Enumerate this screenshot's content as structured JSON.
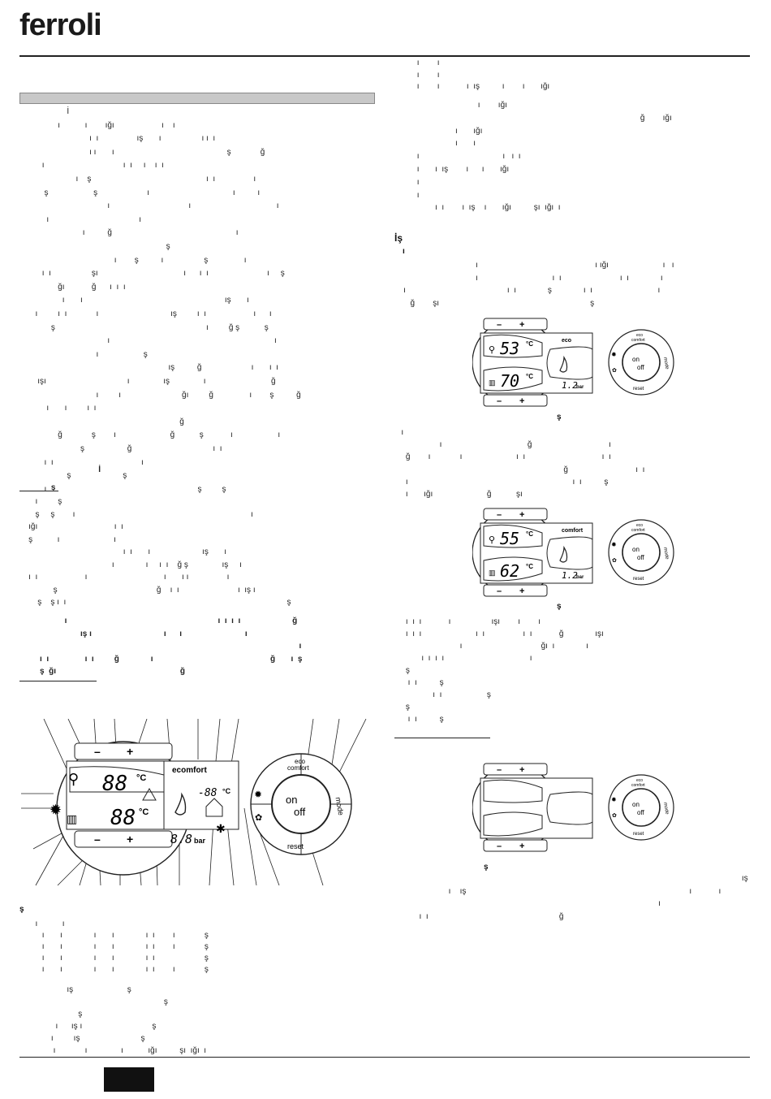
{
  "brand": {
    "logo_text": "ferroli"
  },
  "left_column": {
    "lines": [
      "                     İ",
      "                 ı           ı        ığı                     ı    ı",
      "                               ı  ı                 ış       ı                  ı ı  ı",
      "                               ı ı       ı                                                  ş             ğ",
      "          ı                                   ı  ı     ı    ı  ı                                              ",
      "                         ı    ş                                                   ı  ı                 ı",
      "           ş                    ş                      ı                                     ı          ı",
      "                                       ı                                   ı                                      ı",
      "            ı                                        ı",
      "                            ı          ğ                                                       ı",
      "                                                                 ş",
      "                                          ı        ş          ı                  ş                ı",
      "          ı  ı                  şı                                      ı      ı  ı                          ı     ş",
      "                 ğı            ğ      ı  ı  ı",
      "                   ı       ı                                                               ış       ı",
      "       ı         ı  ı             ı                                ış         ı  ı                     ı      ı",
      "              ş                                                                   ı         ğ ş           ş",
      "                                       ı                                                                         ı",
      "                                  ı                    ş",
      "                                                                  ış          ğ                      ı       ı  ı",
      "        ışı                                    ı               ış               ı                             ğ",
      "                                  ı         ı                           ğı         ğ                ı        ş          ğ",
      "            ı       ı         ı  ı",
      "                                                                       ğ",
      "                 ğ             ş        ı                        ğ           ş            ı                    ı",
      "                           ş                   ğ                                    ı  ı",
      "           ı  ı                                       ı",
      "                     ş                       ş",
      "           ı                                                                   ş         ş"
    ],
    "sec2_heading": "                                   İ",
    "sec2_sub": "              ş",
    "sec2_lines": [
      "       ı         ş",
      "       ş     ş        ı                                                                              ı",
      "    ığı                                  ı  ı",
      "    ş           ı                        ı",
      "                                              ı  ı       ı                       ış       ı",
      "                                         ı              ı     ı  ı    ğ ş               ış     ı",
      "    ı  ı                     ı                                  ı       ı ı                 ı",
      "               ş                                            ğ    ı  ı                          ı  ış ı",
      "        ş    ş ı  ı                                                                                                  ş"
    ],
    "sec2_bold_lines": [
      "                    ı                                                                   ı  ı  ı  ı                       ğ",
      "                           ış ı                                ı      ı                            ı",
      "                                                                                                                            ı",
      "         ı  ı                ı  ı         ğ              ı                                                    ğ       ı  ş",
      "         ş  ğı                                                       ğ"
    ],
    "fig1_caption": "                          ş",
    "fig1_list": [
      "       ı           ı",
      "          ı       ı              ı       ı              ı  ı        ı             ş",
      "          ı       ı              ı       ı              ı  ı        ı             ş",
      "          ı       ı              ı       ı              ı  ı                      ş",
      "          ı       ı              ı       ı              ı  ı        ı             ş"
    ],
    "fig1_list2": [
      "                     ış                        ş",
      "                                                                ş",
      "                          ş",
      "                ı      ış ı                               ş",
      "              ı         ış                           ş",
      "               ı             ı               ı           ığı          şı  ığı  ı"
    ]
  },
  "right_column": {
    "lines_top": [
      "          ı        ı",
      "          ı        ı",
      "          ı        ı            ı  ış          ı        ı       ığı"
    ],
    "lines_mid": [
      "                                     ı        ığı",
      "                                                                                                             ğ        ığı",
      "                           ı       ığı",
      "                           ı       ı",
      "          ı                                     ı   ı  ı",
      "          ı       ı  ış        ı      ı       ığı",
      "          ı",
      "          ı",
      "                  ı  ı        ı  ış    ı       ığı          şı  ığı  ı"
    ],
    "sec_heading": "İş",
    "sec_heading2": "ı",
    "para1": [
      "                                    ı                                                    ı ığı                        ı   ı",
      "                                    ı                                 ı  ı                          ı  ı              ı",
      "    ı                                             ı  ı              ş              ı  ı                             ı",
      "       ğ        şı                                                                   ş"
    ],
    "fig_eco_caption": "ş",
    "para2": [
      "   ı",
      "                    ı                                      ğ                                  ı",
      "     ğ        ı             ı                        ı  ı                                  ı  ı",
      "                                                                           ğ                              ı  ı",
      "     ı                                                                         ı  ı          ş",
      "     ı       ığı                        ğ           şı"
    ],
    "fig_comfort_caption": "ş",
    "para3": [
      "     ı  ı  ı            ı                  ışı        ı        ı",
      "     ı  ı  ı                        ı  ı                 ı  ı            ğ              ışı",
      "                             ı                                   ğı  ı              ı",
      "            ı  ı  ı  ı                                      ı",
      "     ş",
      "      ı  ı          ş",
      "                 ı  ı                    ş",
      "     ş",
      "      ı  ı          ş"
    ],
    "fig_off_caption": "ş",
    "para4": [
      "                                                                                                                                                          ış",
      "                        ı    ış                                                                                                   ı            ı",
      "                                                                                                                     ı",
      "           ı  ı                                                          ğ"
    ]
  },
  "panel_big": {
    "minus": "–",
    "plus": "+",
    "dhw_temp": "88",
    "dhw_unit": "°C",
    "heat_temp": "88",
    "heat_unit": "°C",
    "mode_label": "ecomfort",
    "outside_temp": "-88",
    "outside_unit": "°C",
    "pressure": "8.8",
    "pressure_unit": "bar",
    "knob_on": "on",
    "knob_off": "off",
    "ring_top": "eco",
    "ring_top2": "comfort",
    "ring_right": "mode",
    "ring_bottom": "reset"
  },
  "panel_eco": {
    "dhw_temp": "53",
    "heat_temp": "70",
    "unit": "°C",
    "mode_label": "eco",
    "pressure": "1.2",
    "pressure_unit": "bar",
    "knob_on": "on",
    "knob_off": "off",
    "ring_top": "eco",
    "ring_top2": "comfort",
    "ring_right": "mode",
    "ring_bottom": "reset",
    "minus": "–",
    "plus": "+"
  },
  "panel_comfort": {
    "dhw_temp": "55",
    "heat_temp": "62",
    "unit": "°C",
    "mode_label": "comfort",
    "pressure": "1.2",
    "pressure_unit": "bar",
    "knob_on": "on",
    "knob_off": "off",
    "ring_top": "eco",
    "ring_top2": "comfort",
    "ring_right": "mode",
    "ring_bottom": "reset",
    "minus": "–",
    "plus": "+"
  },
  "panel_off": {
    "knob_on": "on",
    "knob_off": "off",
    "ring_top": "eco",
    "ring_top2": "comfort",
    "ring_right": "mode",
    "ring_bottom": "reset",
    "minus": "–",
    "plus": "+"
  }
}
